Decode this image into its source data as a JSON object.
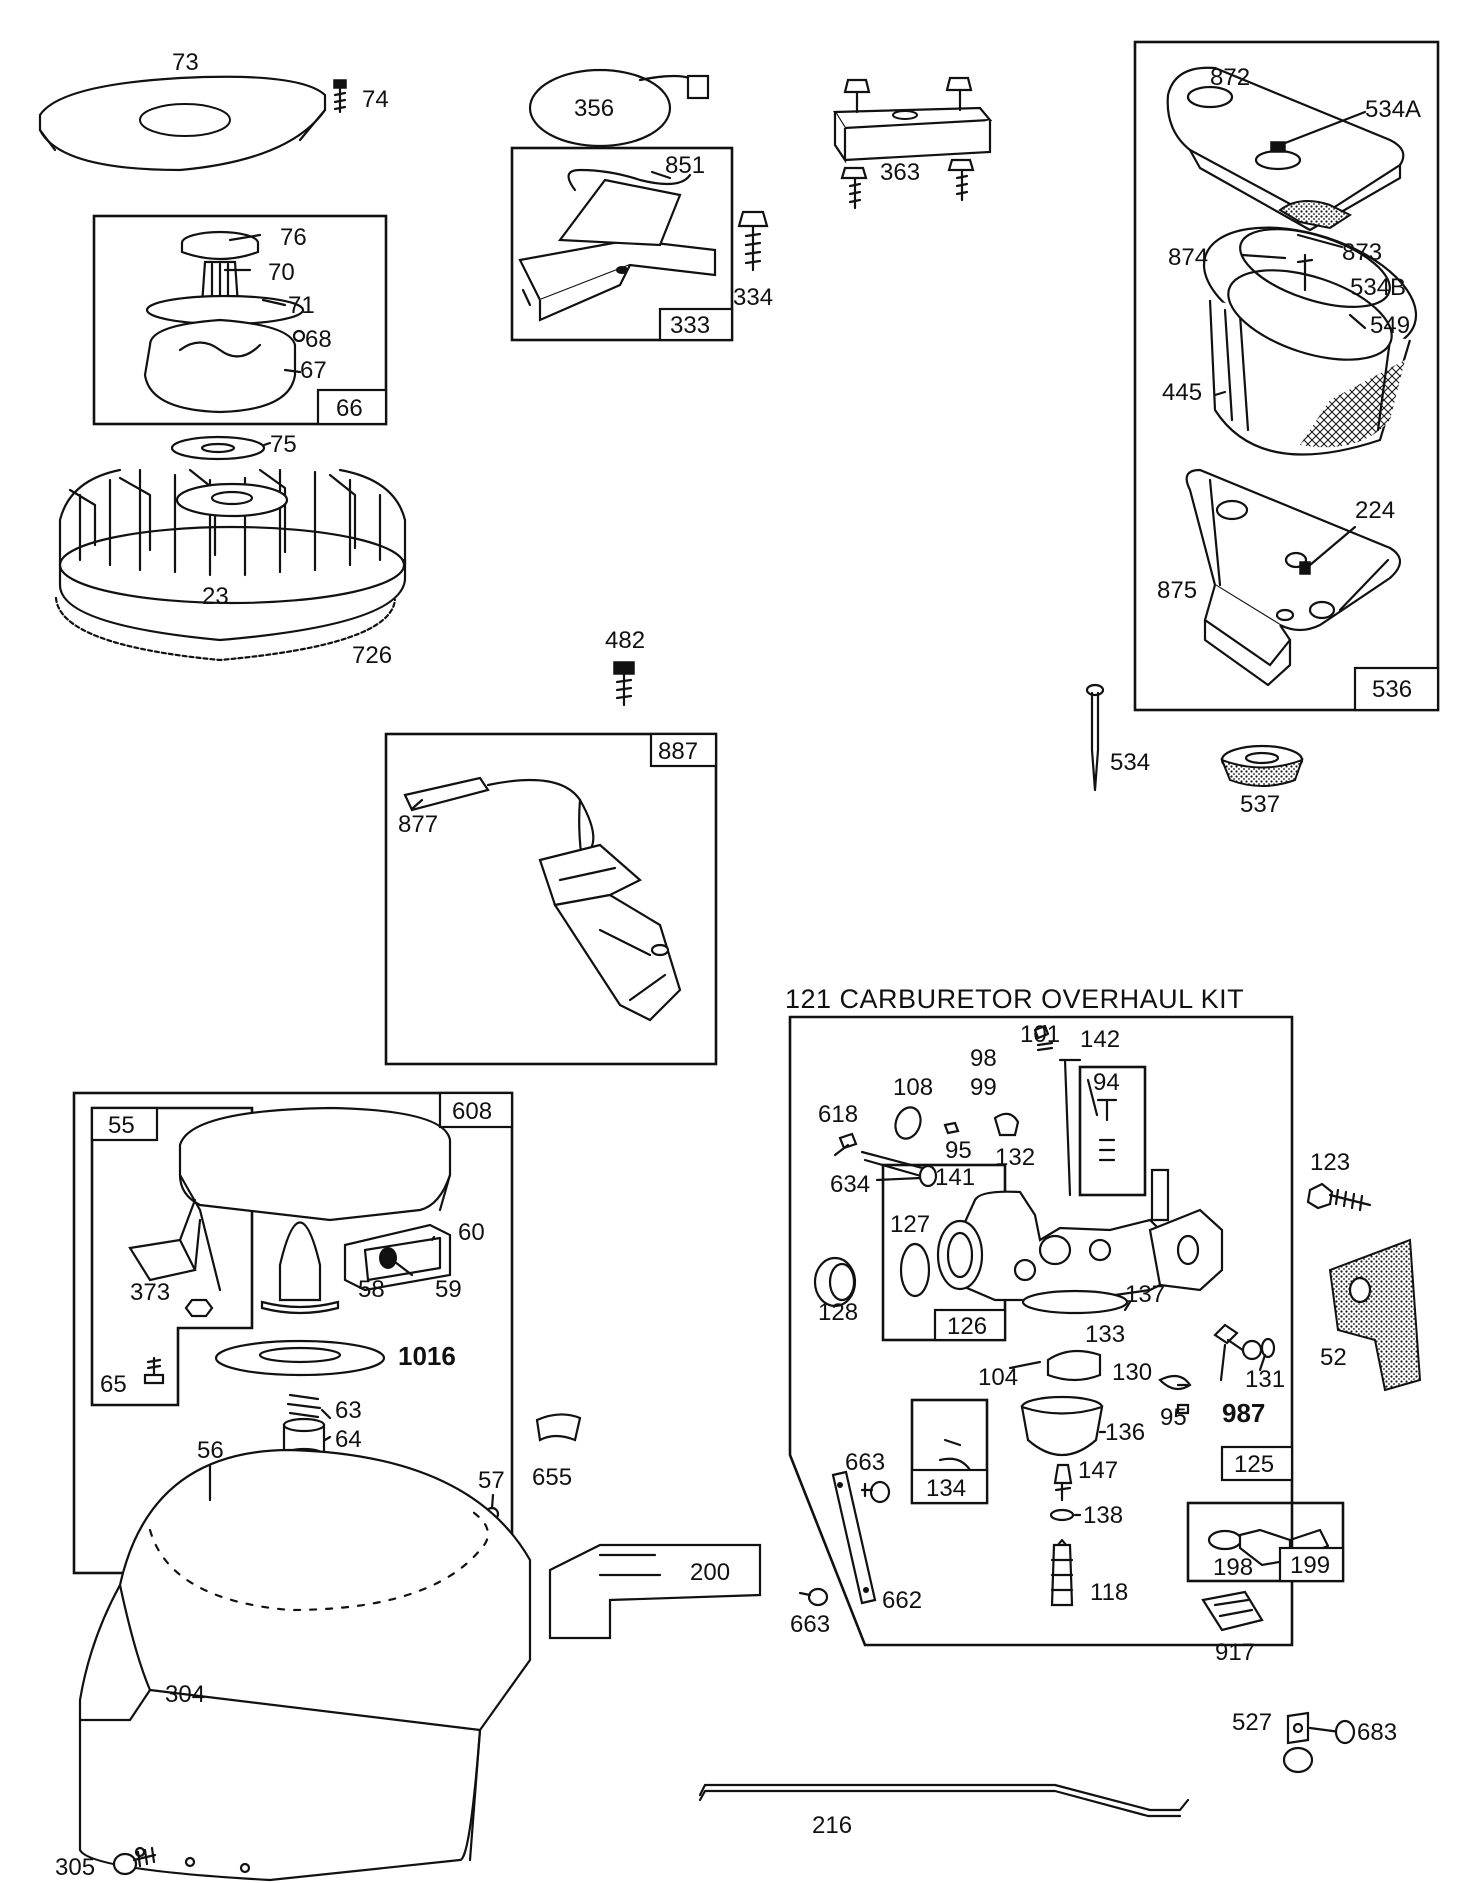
{
  "kit_title": "121 CARBURETOR OVERHAUL KIT",
  "part_labels": {
    "p73": "73",
    "p74": "74",
    "p356": "356",
    "p363": "363",
    "p872": "872",
    "p534A": "534A",
    "p851": "851",
    "p334": "334",
    "p333": "333",
    "p76": "76",
    "p70": "70",
    "p71": "71",
    "p68": "68",
    "p67": "67",
    "p66": "66",
    "p75": "75",
    "p873": "873",
    "p874": "874",
    "p534B": "534B",
    "p549": "549",
    "p445": "445",
    "p224": "224",
    "p875": "875",
    "p536": "536",
    "p23": "23",
    "p726": "726",
    "p482": "482",
    "p887": "887",
    "p877": "877",
    "p534": "534",
    "p537": "537",
    "p101": "101",
    "p142": "142",
    "p98": "98",
    "p99": "99",
    "p94": "94",
    "p108": "108",
    "p618": "618",
    "p95a": "95",
    "p132": "132",
    "p634": "634",
    "p141": "141",
    "p123": "123",
    "p127": "127",
    "p128": "128",
    "p126": "126",
    "p137": "137",
    "p52": "52",
    "p133": "133",
    "p104": "104",
    "p130": "130",
    "p131": "131",
    "p95b": "95",
    "p987": "987",
    "p136": "136",
    "p134": "134",
    "p663a": "663",
    "p147": "147",
    "p125": "125",
    "p138": "138",
    "p198": "198",
    "p199": "199",
    "p662": "662",
    "p663b": "663",
    "p118": "118",
    "p917": "917",
    "p527": "527",
    "p683": "683",
    "p216": "216",
    "p55": "55",
    "p608": "608",
    "p60": "60",
    "p373": "373",
    "p58": "58",
    "p59": "59",
    "p1016": "1016",
    "p65": "65",
    "p63": "63",
    "p64": "64",
    "p56": "56",
    "p57": "57",
    "p655": "655",
    "p200": "200",
    "p304": "304",
    "p305": "305"
  }
}
